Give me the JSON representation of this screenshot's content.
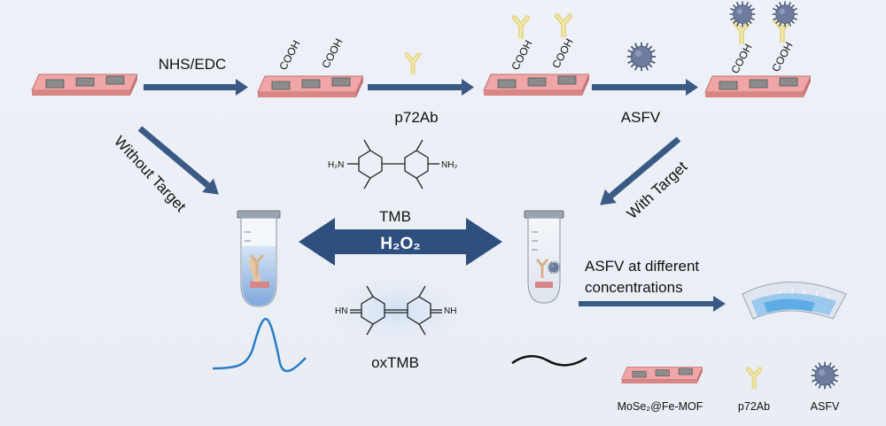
{
  "steps": {
    "reagent1": "NHS/EDC",
    "reagent2": "p72Ab",
    "reagent3": "ASFV",
    "cooh": "COOH"
  },
  "branches": {
    "without": "Without Target",
    "with": "With Target"
  },
  "center": {
    "tmb": "TMB",
    "h2o2": "H₂O₂",
    "oxtmb": "oxTMB",
    "nh2": "NH₂",
    "h2n": "H₂N",
    "hn": "HN",
    "nh": "NH"
  },
  "detection": {
    "label_line1": "ASFV at different",
    "label_line2": "concentrations"
  },
  "legend": {
    "chip": "MoSe₂@Fe-MOF",
    "antibody": "p72Ab",
    "virus": "ASFV"
  },
  "colors": {
    "chip": "#f0a6a6",
    "chip_square": "#8c8c8c",
    "arrow": "#3a5a85",
    "antibody": "#e8d98a",
    "virus": "#6a7a9a",
    "curve": "#2e7dc4"
  }
}
